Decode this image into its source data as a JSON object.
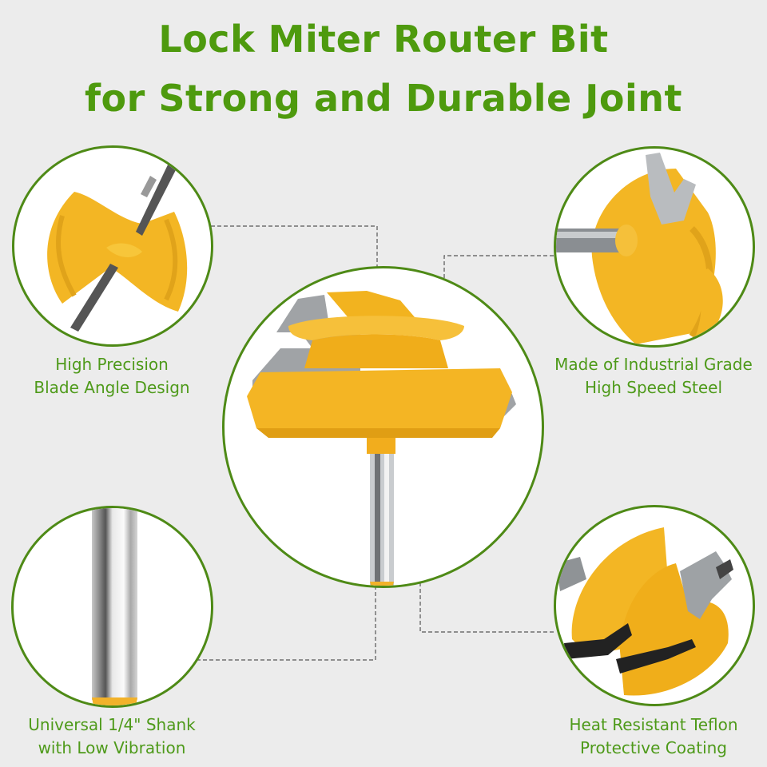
{
  "title": {
    "line1": "Lock Miter Router Bit",
    "line2": "for Strong and Durable Joint"
  },
  "features": [
    {
      "id": "top-left",
      "line1": "High Precision",
      "line2": "Blade Angle Design",
      "image": "blade-closeup"
    },
    {
      "id": "top-right",
      "line1": "Made of Industrial Grade",
      "line2": "High Speed Steel",
      "image": "steel-cutter-closeup"
    },
    {
      "id": "bottom-left",
      "line1": "Universal 1/4\" Shank",
      "line2": "with Low Vibration",
      "image": "shank-closeup"
    },
    {
      "id": "bottom-right",
      "line1": "Heat Resistant Teflon",
      "line2": "Protective Coating",
      "image": "coating-closeup"
    }
  ],
  "center_image": "lock-miter-router-bit",
  "colors": {
    "background": "#ececec",
    "accent_green": "#4e9a0e",
    "circle_border": "#4e8a16",
    "bit_yellow": "#f5b82a",
    "steel_gray": "#a9a9a9",
    "connector": "#555555"
  }
}
